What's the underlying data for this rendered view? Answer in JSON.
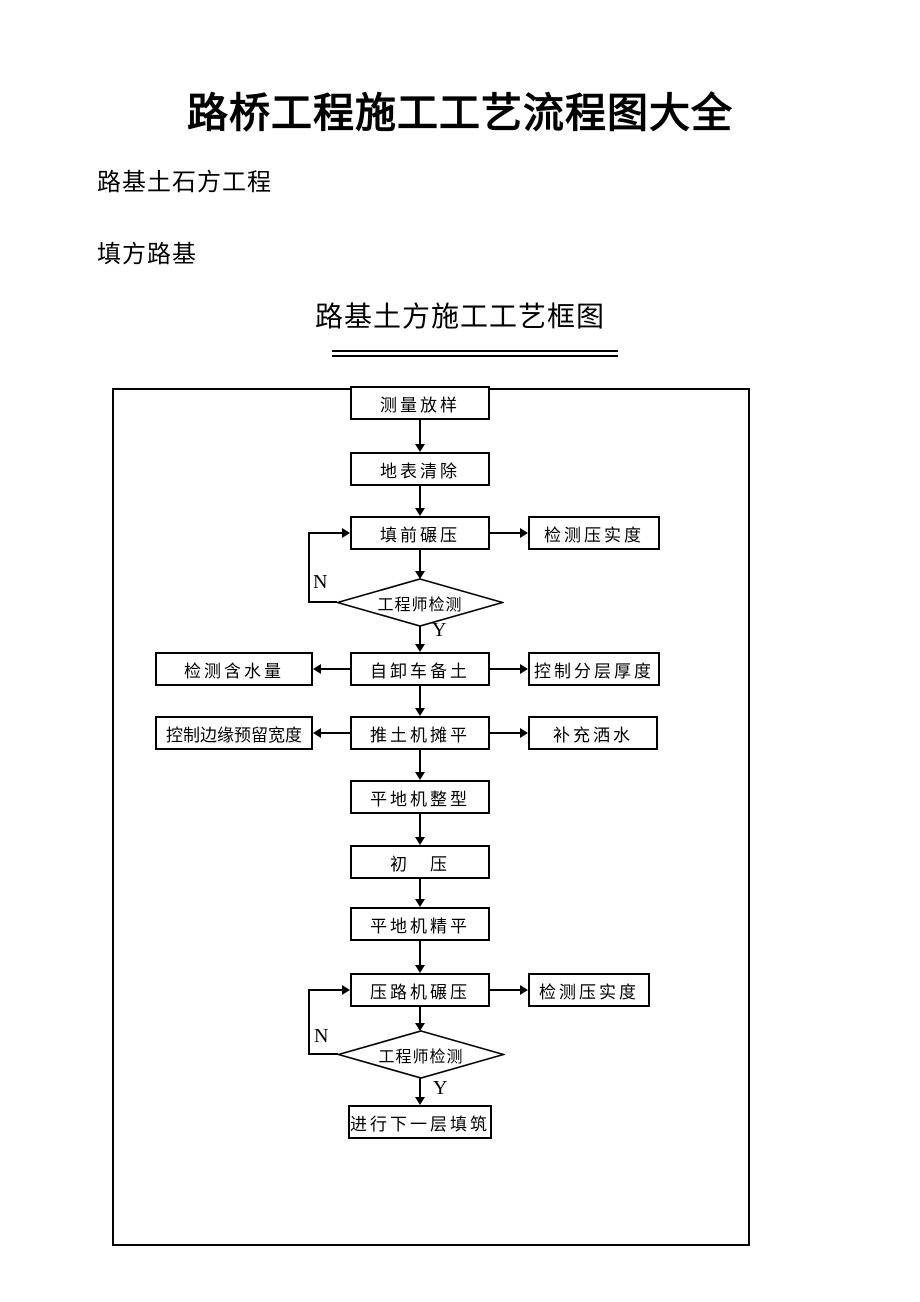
{
  "doc": {
    "title": "路桥工程施工工艺流程图大全",
    "section_heading": "路基土石方工程",
    "subsection_heading": "填方路基",
    "flowchart_title": "路基土方施工工艺框图"
  },
  "flow": {
    "yes_label": "Y",
    "no_label": "N",
    "nodes": {
      "survey": "测量放样",
      "clear_surface": "地表清除",
      "prefill_rolling": "填前碾压",
      "compaction_test_1": "检测压实度",
      "engineer_check_1": "工程师检测",
      "moisture_test": "检测含水量",
      "dump_truck_soil": "自卸车备土",
      "layer_thickness": "控制分层厚度",
      "edge_width": "控制边缘预留宽度",
      "bulldozer_spread": "推土机摊平",
      "watering": "补充洒水",
      "grader_shaping": "平地机整型",
      "initial_rolling": "初　压",
      "grader_fine_leveling": "平地机精平",
      "roller_compaction": "压路机碾压",
      "compaction_test_2": "检测压实度",
      "engineer_check_2": "工程师检测",
      "next_layer": "进行下一层填筑"
    }
  }
}
